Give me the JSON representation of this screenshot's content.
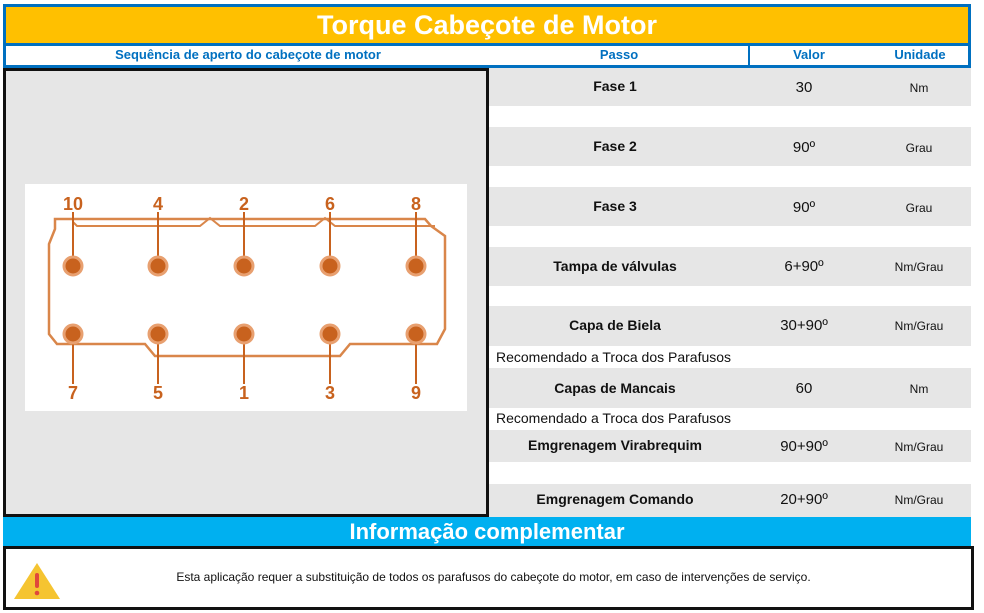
{
  "title": "Torque Cabeçote de Motor",
  "header": {
    "sequence": "Sequência de aperto do cabeçote de motor",
    "step": "Passo",
    "value": "Valor",
    "unit": "Unidade"
  },
  "diagram": {
    "top_labels": [
      "10",
      "4",
      "2",
      "6",
      "8"
    ],
    "bottom_labels": [
      "7",
      "5",
      "1",
      "3",
      "9"
    ]
  },
  "rows": [
    {
      "step": "Fase 1",
      "value": "30",
      "unit": "Nm"
    },
    {
      "step": "Fase 2",
      "value": "90º",
      "unit": "Grau"
    },
    {
      "step": "Fase 3",
      "value": "90º",
      "unit": "Grau"
    },
    {
      "step": "Tampa de válvulas",
      "value": "6+90º",
      "unit": "Nm/Grau"
    },
    {
      "step": "Capa de Biela",
      "value": "30+90º",
      "unit": "Nm/Grau",
      "note": "Recomendado a Troca dos Parafusos"
    },
    {
      "step": "Capas de Mancais",
      "value": "60",
      "unit": "Nm",
      "note": "Recomendado a Troca dos Parafusos"
    },
    {
      "step": "Emgrenagem Virabrequim",
      "value": "90+90º",
      "unit": "Nm/Grau"
    },
    {
      "step": "Emgrenagem Comando",
      "value": "20+90º",
      "unit": "Nm/Grau"
    }
  ],
  "info": {
    "title": "Informação complementar",
    "message": "Esta aplicação requer a substituição de todos os parafusos do cabeçote do motor, em caso de intervenções de serviço.",
    "icon": "warning-icon"
  },
  "colors": {
    "title_bg": "#FFC000",
    "border_blue": "#0070C0",
    "info_bg": "#00B0F0",
    "diagram": "#C8621E"
  }
}
